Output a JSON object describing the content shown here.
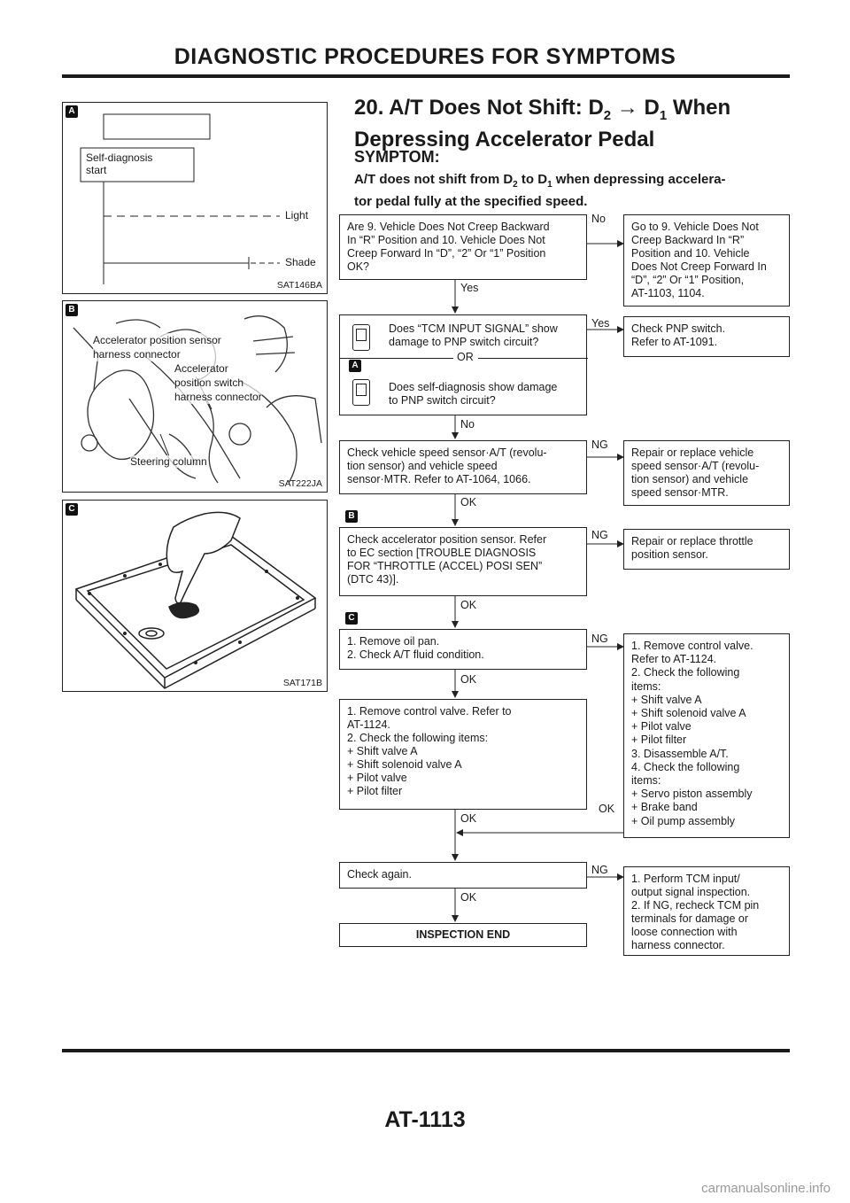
{
  "header": {
    "section_title": "DIAGNOSTIC PROCEDURES FOR SYMPTOMS"
  },
  "footer": {
    "page_number": "AT-1113"
  },
  "watermark": "carmanualsonline.info",
  "figures": {
    "fig_a": {
      "tag": "A",
      "code": "SAT146BA",
      "labels": {
        "start": "Self-diagnosis\nstart",
        "light": "Light",
        "shade": "Shade"
      }
    },
    "fig_b": {
      "tag": "B",
      "code": "SAT222JA",
      "labels": {
        "aps_conn": "Accelerator position sensor\nharness connector",
        "aps_switch": "Accelerator\nposition switch\nharness connector",
        "steering": "Steering column"
      }
    },
    "fig_c": {
      "tag": "C",
      "code": "SAT171B"
    }
  },
  "title": {
    "prefix": "20. A/T Does Not Shift: D",
    "sub1": "2",
    "arrow": " → D",
    "sub2": "1",
    "suffix": " When",
    "line2": "Depressing Accelerator Pedal"
  },
  "symptom": {
    "heading": "SYMPTOM:",
    "t1": "A/T does not shift from D",
    "s1": "2",
    "t2": " to D",
    "s2": "1",
    "t3": " when depressing accelera-",
    "line2": "tor pedal fully at the specified speed."
  },
  "flow": {
    "b1": "Are 9. Vehicle Does Not Creep Backward\nIn “R” Position and 10. Vehicle Does Not\nCreep Forward In “D”, “2” Or “1” Position\nOK?",
    "b1_no": "No",
    "b1_yes": "Yes",
    "b1r": "Go to 9. Vehicle Does Not\nCreep Backward In “R”\nPosition and 10. Vehicle\nDoes Not Creep Forward In\n“D”, “2” Or “1” Position,\nAT-1103, 1104.",
    "b2a": "Does “TCM INPUT SIGNAL” show\ndamage to PNP switch circuit?",
    "b2_or": "OR",
    "b2b": "Does self-diagnosis show damage\nto PNP switch circuit?",
    "b2_yes": "Yes",
    "b2_no": "No",
    "b2r": "Check PNP switch.\nRefer to AT-1091.",
    "b3": "Check vehicle speed sensor·A/T (revolu-\ntion sensor) and vehicle speed\nsensor·MTR. Refer to AT-1064, 1066.",
    "b3_ng": "NG",
    "b3_ok": "OK",
    "b3r": "Repair or replace vehicle\nspeed sensor·A/T (revolu-\ntion sensor) and vehicle\nspeed sensor·MTR.",
    "b4": "Check accelerator position sensor. Refer\nto EC section [TROUBLE DIAGNOSIS\nFOR “THROTTLE (ACCEL) POSI SEN”\n(DTC 43)].",
    "b4_ng": "NG",
    "b4_ok": "OK",
    "b4r": "Repair or replace throttle\nposition sensor.",
    "b5": "1. Remove oil pan.\n2. Check A/T fluid condition.",
    "b5_ng": "NG",
    "b5_ok": "OK",
    "b5r": "1. Remove control valve.\n     Refer to AT-1124.\n2. Check the following\n     items:\n+ Shift valve A\n+ Shift solenoid valve A\n+ Pilot valve\n+ Pilot filter\n3. Disassemble A/T.\n4. Check the following\n     items:\n+ Servo piston assembly\n+ Brake band\n+ Oil pump assembly",
    "b5r_ok": "OK",
    "b6": "1. Remove control valve. Refer to\n     AT-1124.\n2. Check the following items:\n+ Shift valve A\n+ Shift solenoid valve A\n+ Pilot valve\n+ Pilot filter",
    "b6_ok": "OK",
    "b7": "Check again.",
    "b7_ng": "NG",
    "b7_ok": "OK",
    "b7r": "1. Perform TCM input/\n     output signal inspection.\n2. If NG, recheck TCM pin\n     terminals for damage or\n     loose connection with\n     harness connector.",
    "end": "INSPECTION END"
  },
  "margin_tags": {
    "a": "A",
    "b": "B",
    "c": "C"
  }
}
